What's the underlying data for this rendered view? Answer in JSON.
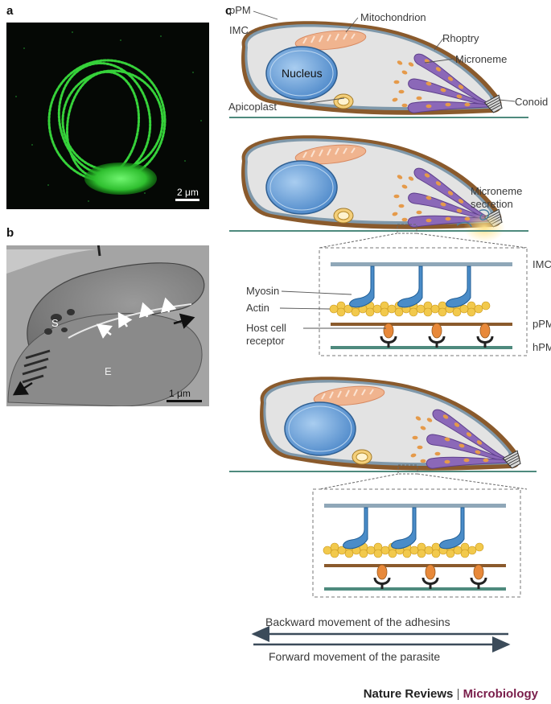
{
  "panels": {
    "a": "a",
    "b": "b",
    "c": "c"
  },
  "scale_bars": {
    "a": "2 μm",
    "b": "1 μm"
  },
  "em_labels": {
    "s": "S",
    "e": "E"
  },
  "cell_labels": {
    "ppm": "pPM",
    "imc": "IMC",
    "mitochondrion": "Mitochondrion",
    "rhoptry": "Rhoptry",
    "microneme": "Microneme",
    "nucleus": "Nucleus",
    "apicoplast": "Apicoplast",
    "conoid": "Conoid",
    "secretion": [
      "Microneme",
      "secretion"
    ]
  },
  "inset_labels": {
    "imc": "IMC",
    "myosin": "Myosin",
    "actin": "Actin",
    "ppm": "pPM",
    "host": [
      "Host cell",
      "receptor"
    ],
    "hpm": "hPM"
  },
  "arrows": {
    "backward": "Backward movement of the adhesins",
    "forward": "Forward movement of the parasite"
  },
  "footer": {
    "journal": "Nature Reviews",
    "separator": "|",
    "section": "Microbiology"
  },
  "colors": {
    "membrane_brown": "#8a5a2c",
    "imc_blue": "#8fa7b8",
    "nucleus_blue": "#5f9bd6",
    "rhoptry_purple": "#8b68b8",
    "microneme_orange": "#e59a4a",
    "actin_yellow": "#f2c94c",
    "host_membrane": "#4e8a7d",
    "gfp_green": "#3cd23c"
  }
}
